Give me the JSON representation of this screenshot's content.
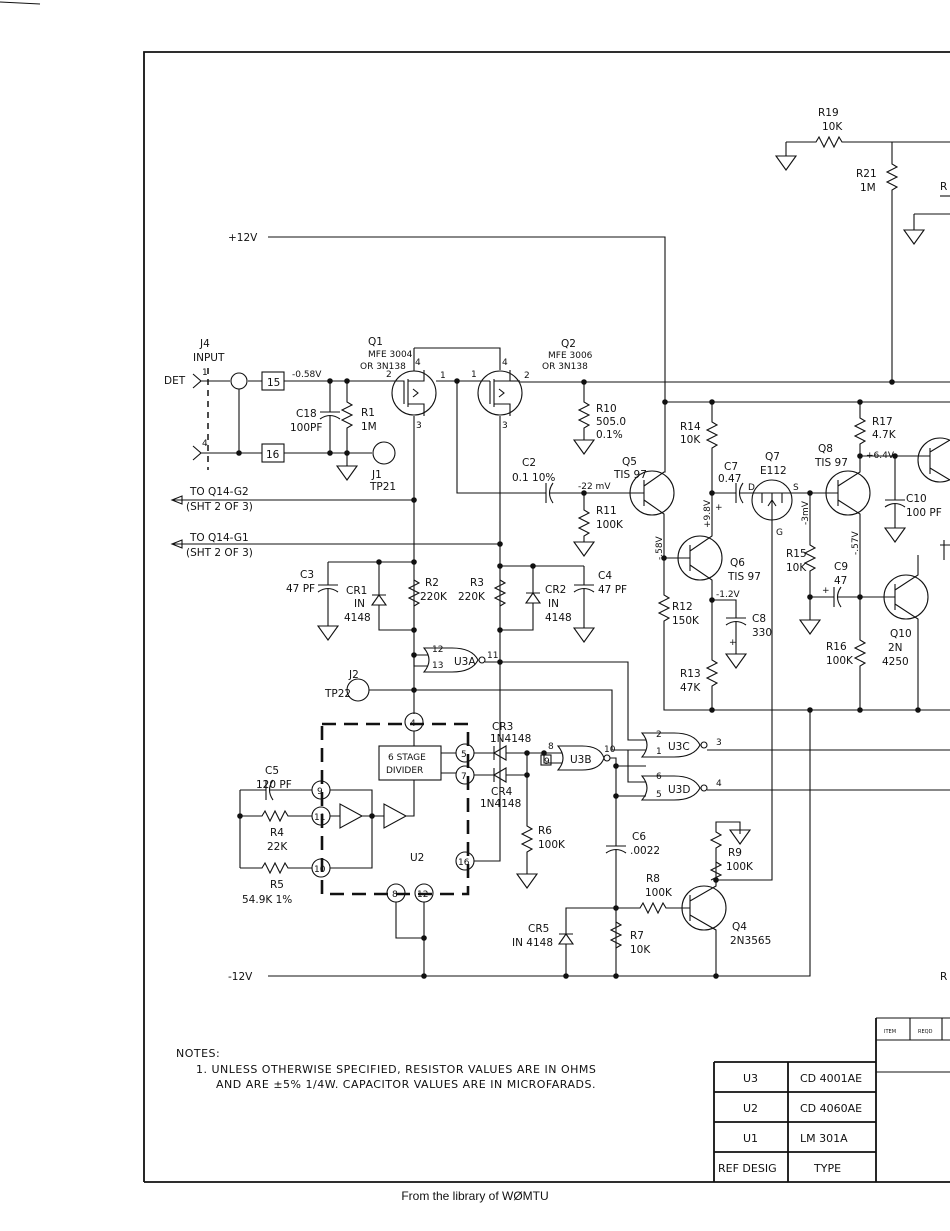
{
  "rails": {
    "pos": "+12V",
    "neg": "-12V"
  },
  "input": {
    "j4": "J4",
    "label": "INPUT",
    "det": "DET",
    "pin1": "1",
    "pin4": "4",
    "tp_j1": "J1",
    "tp21": "TP21",
    "box15": "15",
    "box16": "16",
    "voltage": "-0.58V"
  },
  "outputs": {
    "g2a": "TO Q14-G2",
    "g2b": "(SHT 2 OF 3)",
    "g1a": "TO Q14-G1",
    "g1b": "(SHT 2 OF 3)"
  },
  "parts": {
    "q1": {
      "ref": "Q1",
      "type": "MFE 3004",
      "alt": "OR 3N138"
    },
    "q2": {
      "ref": "Q2",
      "type": "MFE 3006",
      "alt": "OR 3N138"
    },
    "q5": {
      "ref": "Q5",
      "type": "TIS 97"
    },
    "q6": {
      "ref": "Q6",
      "type": "TIS 97"
    },
    "q7": {
      "ref": "Q7",
      "type": "E112"
    },
    "q8": {
      "ref": "Q8",
      "type": "TIS 97"
    },
    "q10": {
      "ref": "Q10",
      "type": "2N",
      "type2": "4250"
    },
    "q4": {
      "ref": "Q4",
      "type": "2N3565"
    },
    "r1": {
      "ref": "R1",
      "val": "1M"
    },
    "r2": {
      "ref": "R2",
      "val": "220K"
    },
    "r3": {
      "ref": "R3",
      "val": "220K"
    },
    "r4": {
      "ref": "R4",
      "val": "22K"
    },
    "r5": {
      "ref": "R5",
      "val": "54.9K 1%"
    },
    "r6": {
      "ref": "R6",
      "val": "100K"
    },
    "r7": {
      "ref": "R7",
      "val": "10K"
    },
    "r8": {
      "ref": "R8",
      "val": "100K"
    },
    "r9": {
      "ref": "R9",
      "val": "100K"
    },
    "r10": {
      "ref": "R10",
      "val": "505.0",
      "tol": "0.1%"
    },
    "r11": {
      "ref": "R11",
      "val": "100K"
    },
    "r12": {
      "ref": "R12",
      "val": "150K"
    },
    "r13": {
      "ref": "R13",
      "val": "47K"
    },
    "r14": {
      "ref": "R14",
      "val": "10K"
    },
    "r15": {
      "ref": "R15",
      "val": "10K"
    },
    "r16": {
      "ref": "R16",
      "val": "100K"
    },
    "r17": {
      "ref": "R17",
      "val": "4.7K"
    },
    "r19": {
      "ref": "R19",
      "val": "10K"
    },
    "r21": {
      "ref": "R21",
      "val": "1M"
    },
    "c2": {
      "ref": "C2",
      "val": "0.1 10%"
    },
    "c3": {
      "ref": "C3",
      "val": "47 PF"
    },
    "c4": {
      "ref": "C4",
      "val": "47 PF"
    },
    "c5": {
      "ref": "C5",
      "val": "120 PF"
    },
    "c6": {
      "ref": "C6",
      "val": ".0022"
    },
    "c7": {
      "ref": "C7",
      "val": "0.47"
    },
    "c8": {
      "ref": "C8",
      "val": "330"
    },
    "c9": {
      "ref": "C9",
      "val": "47"
    },
    "c10": {
      "ref": "C10",
      "val": "100 PF"
    },
    "c18": {
      "ref": "C18",
      "val": "100PF"
    },
    "cr1": {
      "ref": "CR1",
      "v1": "IN",
      "v2": "4148"
    },
    "cr2": {
      "ref": "CR2",
      "v1": "IN",
      "v2": "4148"
    },
    "cr3": {
      "ref": "CR3",
      "val": "1N4148"
    },
    "cr4": {
      "ref": "CR4",
      "val": "1N4148"
    },
    "cr5": {
      "ref": "CR5",
      "val": "IN 4148"
    },
    "j2": {
      "ref": "J2",
      "tp": "TP22"
    },
    "u2": {
      "ref": "U2",
      "divider1": "6 STAGE",
      "divider2": "DIVIDER"
    },
    "u3a": "U3A",
    "u3b": "U3B",
    "u3c": "U3C",
    "u3d": "U3D"
  },
  "pins": {
    "q1_2": "2",
    "q1_4": "4",
    "q1_1": "1",
    "q1_3": "3",
    "q2_1": "1",
    "q2_4": "4",
    "q2_2": "2",
    "q2_3": "3",
    "u3a_12": "12",
    "u3a_13": "13",
    "u3a_11": "11",
    "u3b_8": "8",
    "u3b_9": "9",
    "u3b_10": "10",
    "u3c_2": "2",
    "u3c_1": "1",
    "u3c_3": "3",
    "u3d_6": "6",
    "u3d_5": "5",
    "u3d_4": "4",
    "u2_4": "4",
    "u2_5": "5",
    "u2_7": "7",
    "u2_9": "9",
    "u2_11": "11",
    "u2_10": "10",
    "u2_16": "16",
    "u2_8": "8",
    "u2_12": "12",
    "q7_d": "D",
    "q7_s": "S",
    "q7_g": "G"
  },
  "voltages": {
    "v22": "-22 mV",
    "v58": "-.58V",
    "v98": "+9.8V",
    "v12": "-1.2V",
    "v3": "-3mV",
    "v57": "-.57V",
    "v64": "+6.4V",
    "plus": "+"
  },
  "notes": {
    "title": "NOTES:",
    "n1a": "1.   UNLESS OTHERWISE SPECIFIED, RESISTOR VALUES ARE IN OHMS",
    "n1b": "AND ARE ±5% 1/4W.  CAPACITOR VALUES ARE IN MICROFARADS."
  },
  "table": {
    "rows": [
      {
        "ref": "U3",
        "type": "CD 4001AE"
      },
      {
        "ref": "U2",
        "type": "CD 4060AE"
      },
      {
        "ref": "U1",
        "type": "LM 301A"
      }
    ],
    "header": {
      "ref": "REF DESIG",
      "type": "TYPE"
    }
  },
  "edge": {
    "r_cut": "R",
    "r_cut2": "R",
    "item": "ITEM",
    "reqd": "REQD"
  },
  "footer": "From the library of WØMTU"
}
